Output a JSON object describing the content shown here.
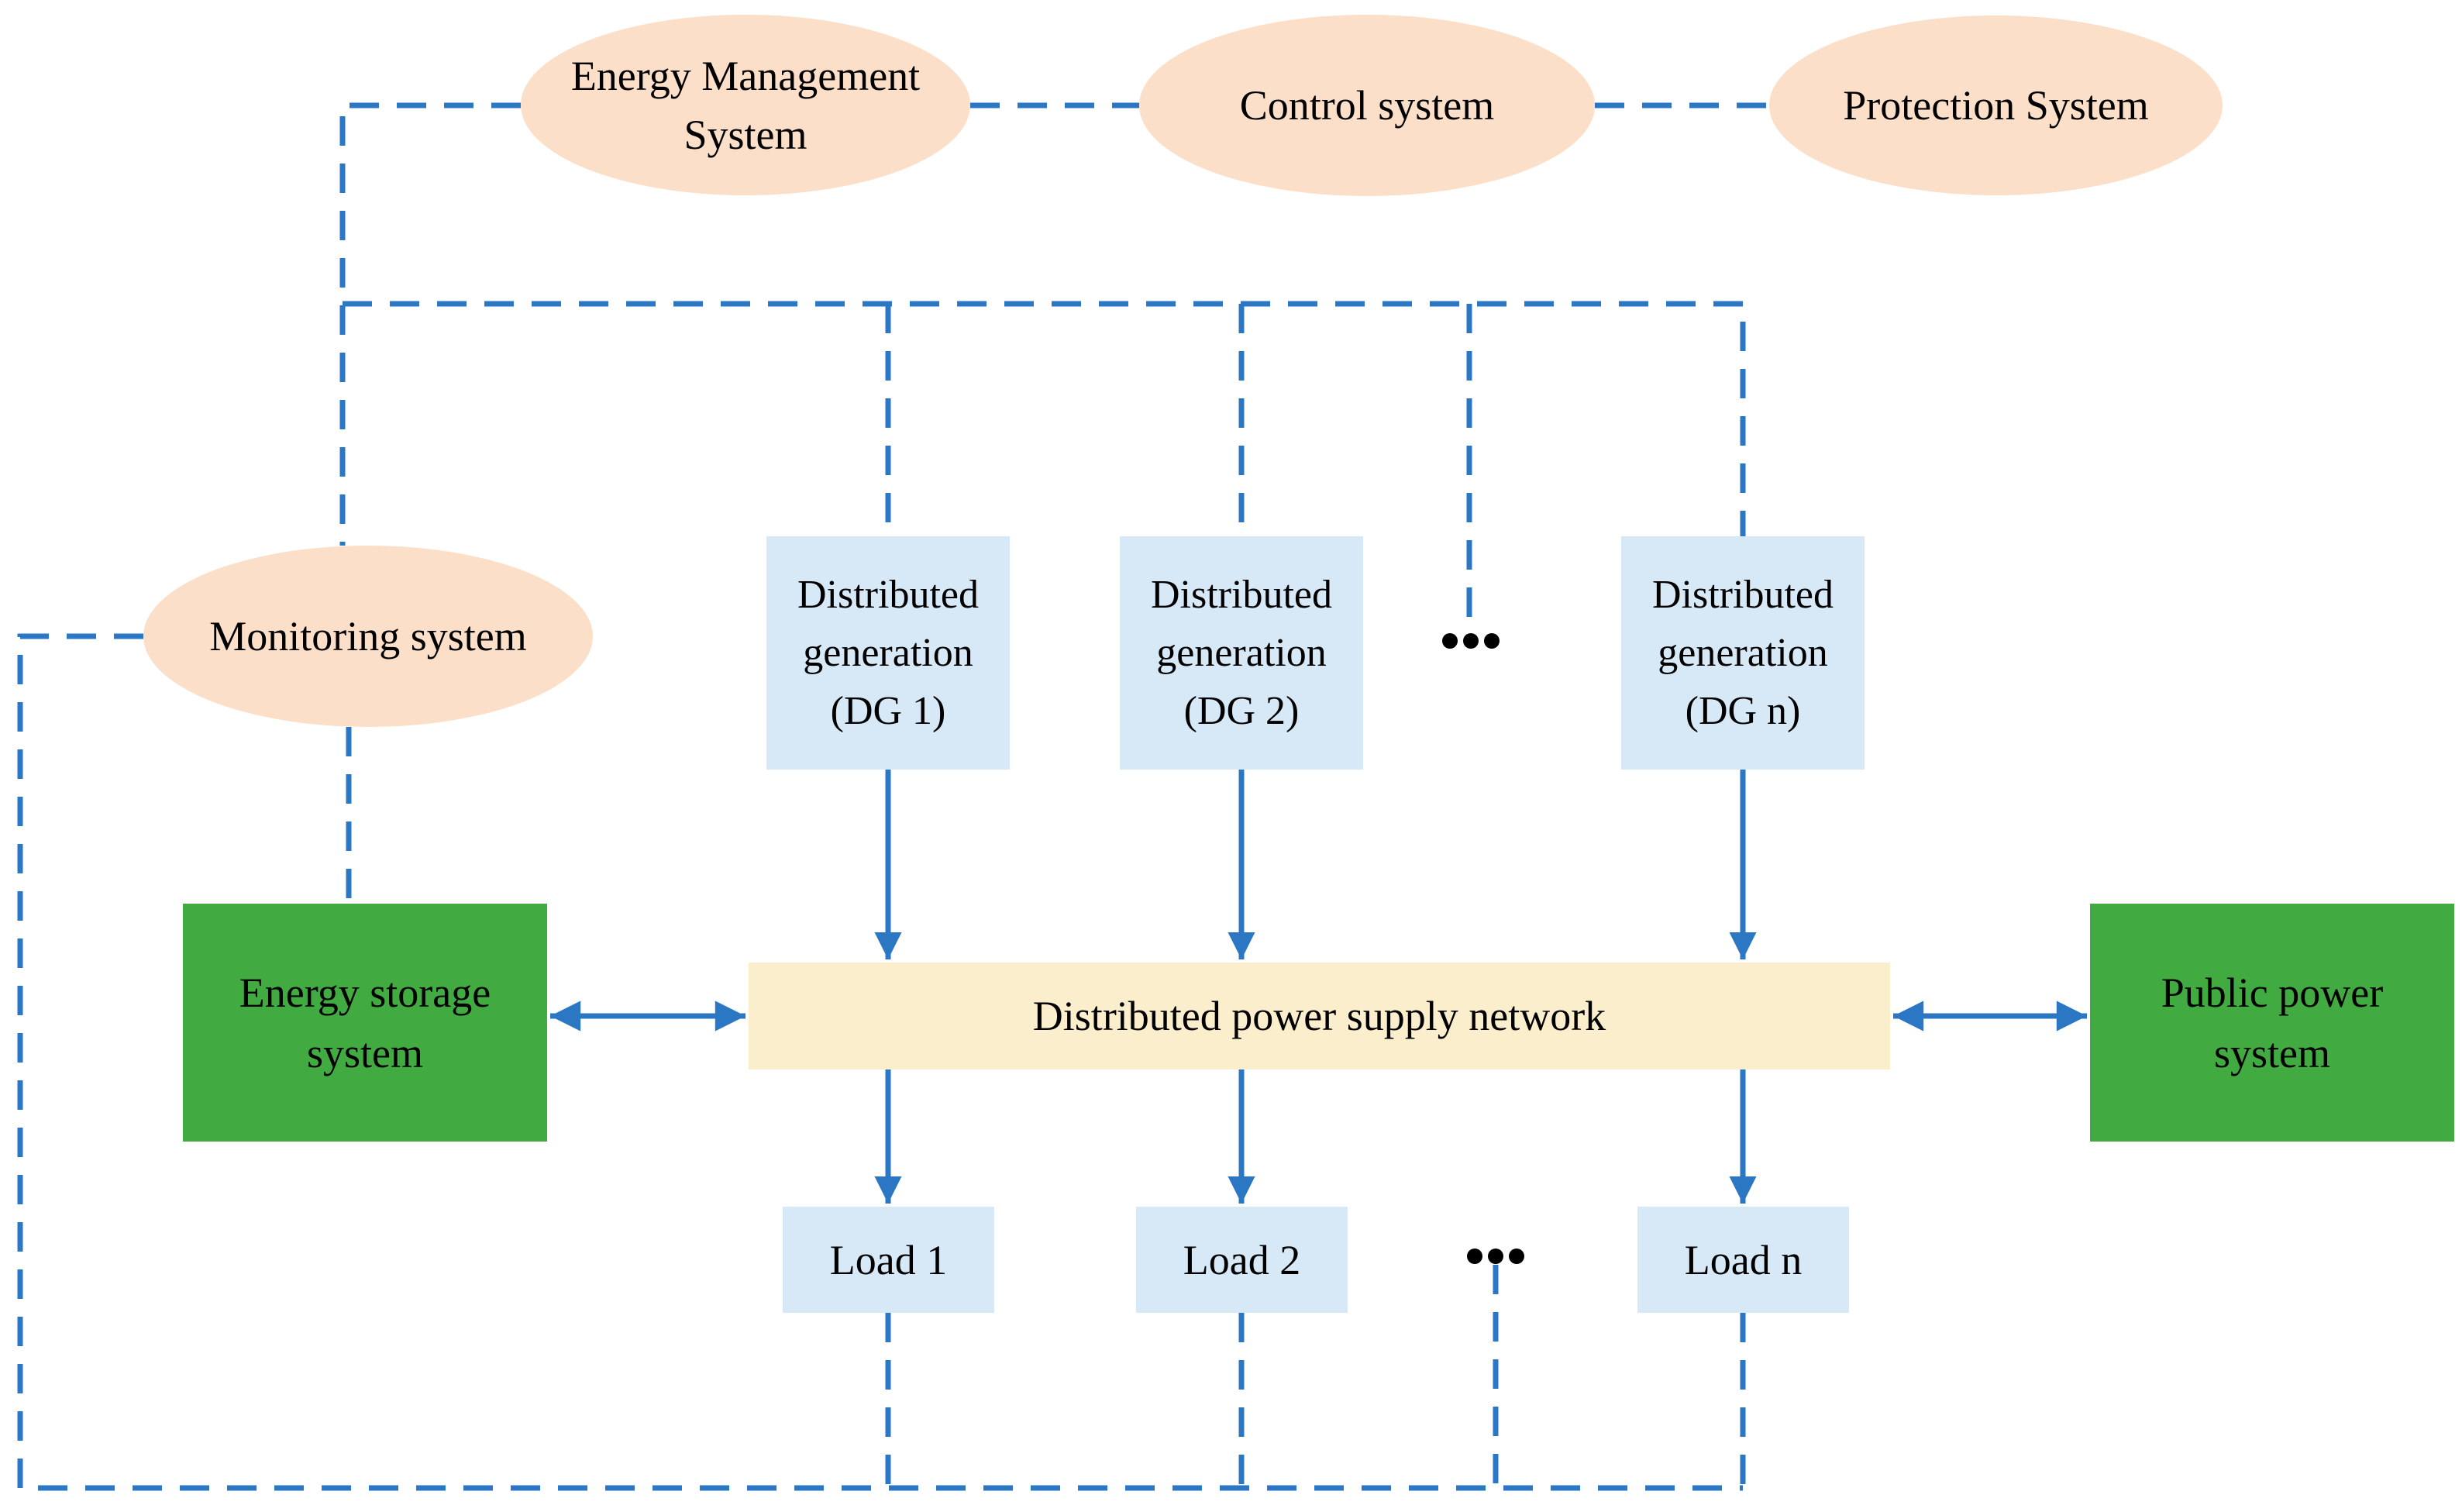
{
  "systems": {
    "energy_management": "Energy Management System",
    "control": "Control system",
    "protection": "Protection System",
    "monitoring": "Monitoring system"
  },
  "generation_units": [
    {
      "label": "Distributed generation (DG 1)"
    },
    {
      "label": "Distributed generation (DG 2)"
    },
    {
      "label": "Distributed generation (DG n)"
    }
  ],
  "generation_ellipsis": "...",
  "network": {
    "label": "Distributed power supply network"
  },
  "storage": {
    "label": "Energy storage system"
  },
  "public_power": {
    "label": "Public power system"
  },
  "loads": [
    {
      "label": "Load 1"
    },
    {
      "label": "Load 2"
    },
    {
      "label": "Load n"
    }
  ],
  "load_ellipsis": "...",
  "colors": {
    "line_blue": "#2b77c4",
    "ellipse_fill": "#fbdfc8",
    "box_blue_fill": "#d7e8f6",
    "network_fill": "#fbeecd",
    "green_fill": "#41aa41"
  }
}
